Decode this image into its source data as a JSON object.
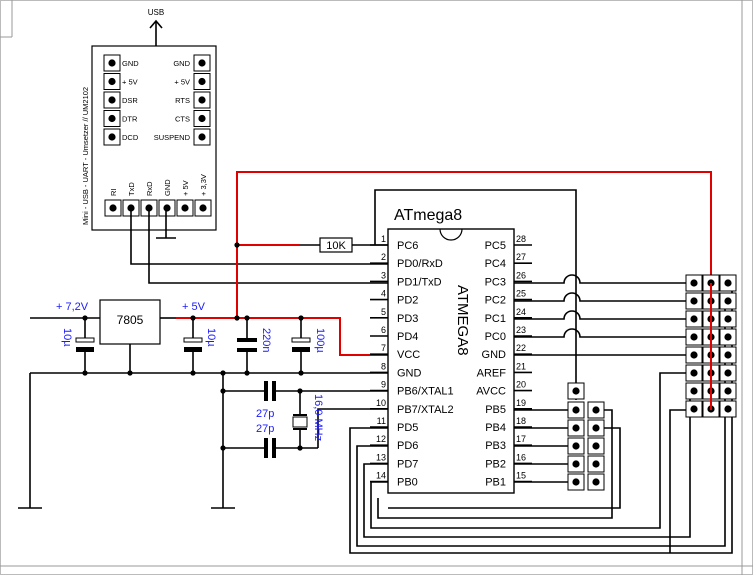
{
  "usb_label": "USB",
  "module": {
    "caption": "Mini - USB - UART - Umsetzer // UM2102",
    "left_pins": [
      "GND",
      "+ 5V",
      "DSR",
      "DTR",
      "DCD"
    ],
    "right_pins": [
      "GND",
      "+ 5V",
      "RTS",
      "CTS",
      "SUSPEND"
    ],
    "bottom_pins": [
      "RI",
      "TxD",
      "RxD",
      "GND",
      "+ 5V",
      "+ 3,3V"
    ]
  },
  "mcu": {
    "name": "ATmega8",
    "body_text": "ATMEGA8",
    "left": [
      {
        "num": "1",
        "name": "PC6"
      },
      {
        "num": "2",
        "name": "PD0/RxD"
      },
      {
        "num": "3",
        "name": "PD1/TxD"
      },
      {
        "num": "4",
        "name": "PD2"
      },
      {
        "num": "5",
        "name": "PD3"
      },
      {
        "num": "6",
        "name": "PD4"
      },
      {
        "num": "7",
        "name": "VCC"
      },
      {
        "num": "8",
        "name": "GND"
      },
      {
        "num": "9",
        "name": "PB6/XTAL1"
      },
      {
        "num": "10",
        "name": "PB7/XTAL2"
      },
      {
        "num": "11",
        "name": "PD5"
      },
      {
        "num": "12",
        "name": "PD6"
      },
      {
        "num": "13",
        "name": "PD7"
      },
      {
        "num": "14",
        "name": "PB0"
      }
    ],
    "right": [
      {
        "num": "28",
        "name": "PC5"
      },
      {
        "num": "27",
        "name": "PC4"
      },
      {
        "num": "26",
        "name": "PC3"
      },
      {
        "num": "25",
        "name": "PC2"
      },
      {
        "num": "24",
        "name": "PC1"
      },
      {
        "num": "23",
        "name": "PC0"
      },
      {
        "num": "22",
        "name": "GND"
      },
      {
        "num": "21",
        "name": "AREF"
      },
      {
        "num": "20",
        "name": "AVCC"
      },
      {
        "num": "19",
        "name": "PB5"
      },
      {
        "num": "18",
        "name": "PB4"
      },
      {
        "num": "17",
        "name": "PB3"
      },
      {
        "num": "16",
        "name": "PB2"
      },
      {
        "num": "15",
        "name": "PB1"
      }
    ]
  },
  "components": {
    "resistor": "10K",
    "regulator": "7805",
    "vin": "+ 7,2V",
    "vout": "+ 5V",
    "c_in": "10µ",
    "c_out": "10µ",
    "c_220": "220n",
    "c_100": "100µ",
    "c_27a": "27p",
    "c_27b": "27p",
    "crystal": "16,0 MHz"
  }
}
